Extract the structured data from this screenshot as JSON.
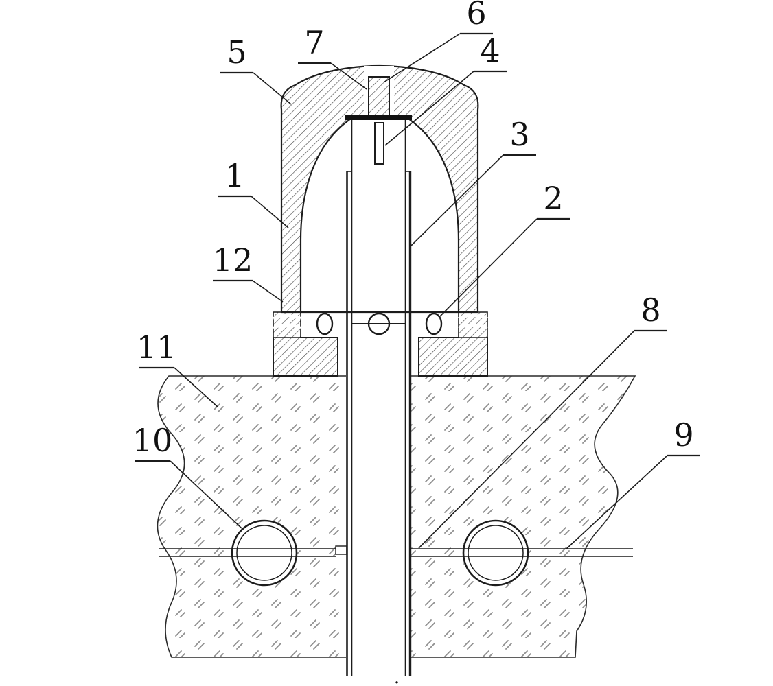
{
  "figure": {
    "kind": "patent-cross-section-drawing",
    "description": "Sectional view of a domed cap and pin assembly over a vertical tube passing through hatched ground with a buried horizontal conduit",
    "caption_mark": ".",
    "colors": {
      "line": "#1c1c1c",
      "hatch": "#4a4a4a",
      "ground_mark": "#8f8f8f",
      "background": "#ffffff"
    }
  },
  "callouts": [
    {
      "label": "1",
      "target": "cap-dome-wall"
    },
    {
      "label": "2",
      "target": "flange-side-hole"
    },
    {
      "label": "3",
      "target": "tube-wall"
    },
    {
      "label": "4",
      "target": "inner-plug"
    },
    {
      "label": "5",
      "target": "cap-outer-rim"
    },
    {
      "label": "6",
      "target": "top-pin"
    },
    {
      "label": "7",
      "target": "top-pin-edge"
    },
    {
      "label": "8",
      "target": "tube-at-ground-line"
    },
    {
      "label": "9",
      "target": "ground-right-section"
    },
    {
      "label": "10",
      "target": "buried-conduit-left"
    },
    {
      "label": "11",
      "target": "ground-hatching"
    },
    {
      "label": "12",
      "target": "cap-base-groove"
    }
  ]
}
